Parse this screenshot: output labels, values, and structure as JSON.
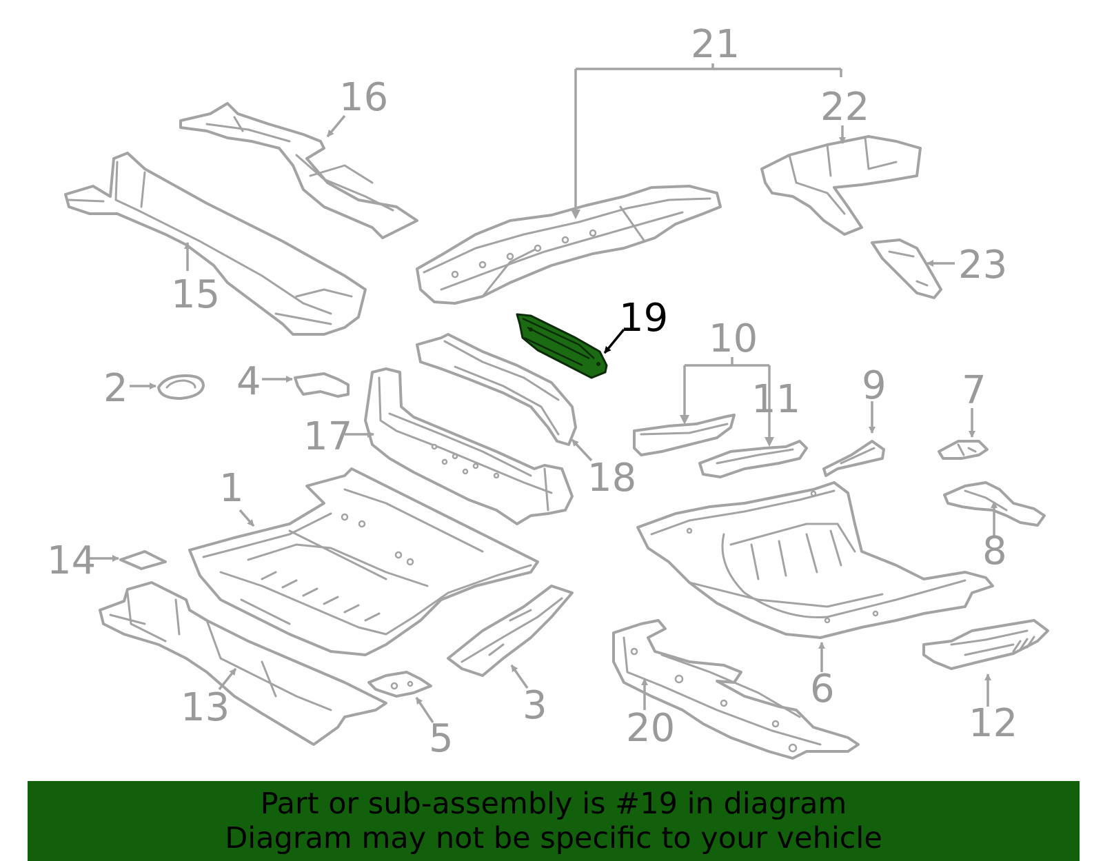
{
  "diagram": {
    "highlight_color": "#125f0c",
    "highlighted_part": "19",
    "callouts": [
      "1",
      "2",
      "3",
      "4",
      "5",
      "6",
      "7",
      "8",
      "9",
      "10",
      "11",
      "12",
      "13",
      "14",
      "15",
      "16",
      "17",
      "18",
      "19",
      "20",
      "21",
      "22",
      "23"
    ]
  },
  "banner": {
    "line1": "Part or sub-assembly is #19 in diagram",
    "line2": "Diagram may not be specific to your vehicle"
  }
}
